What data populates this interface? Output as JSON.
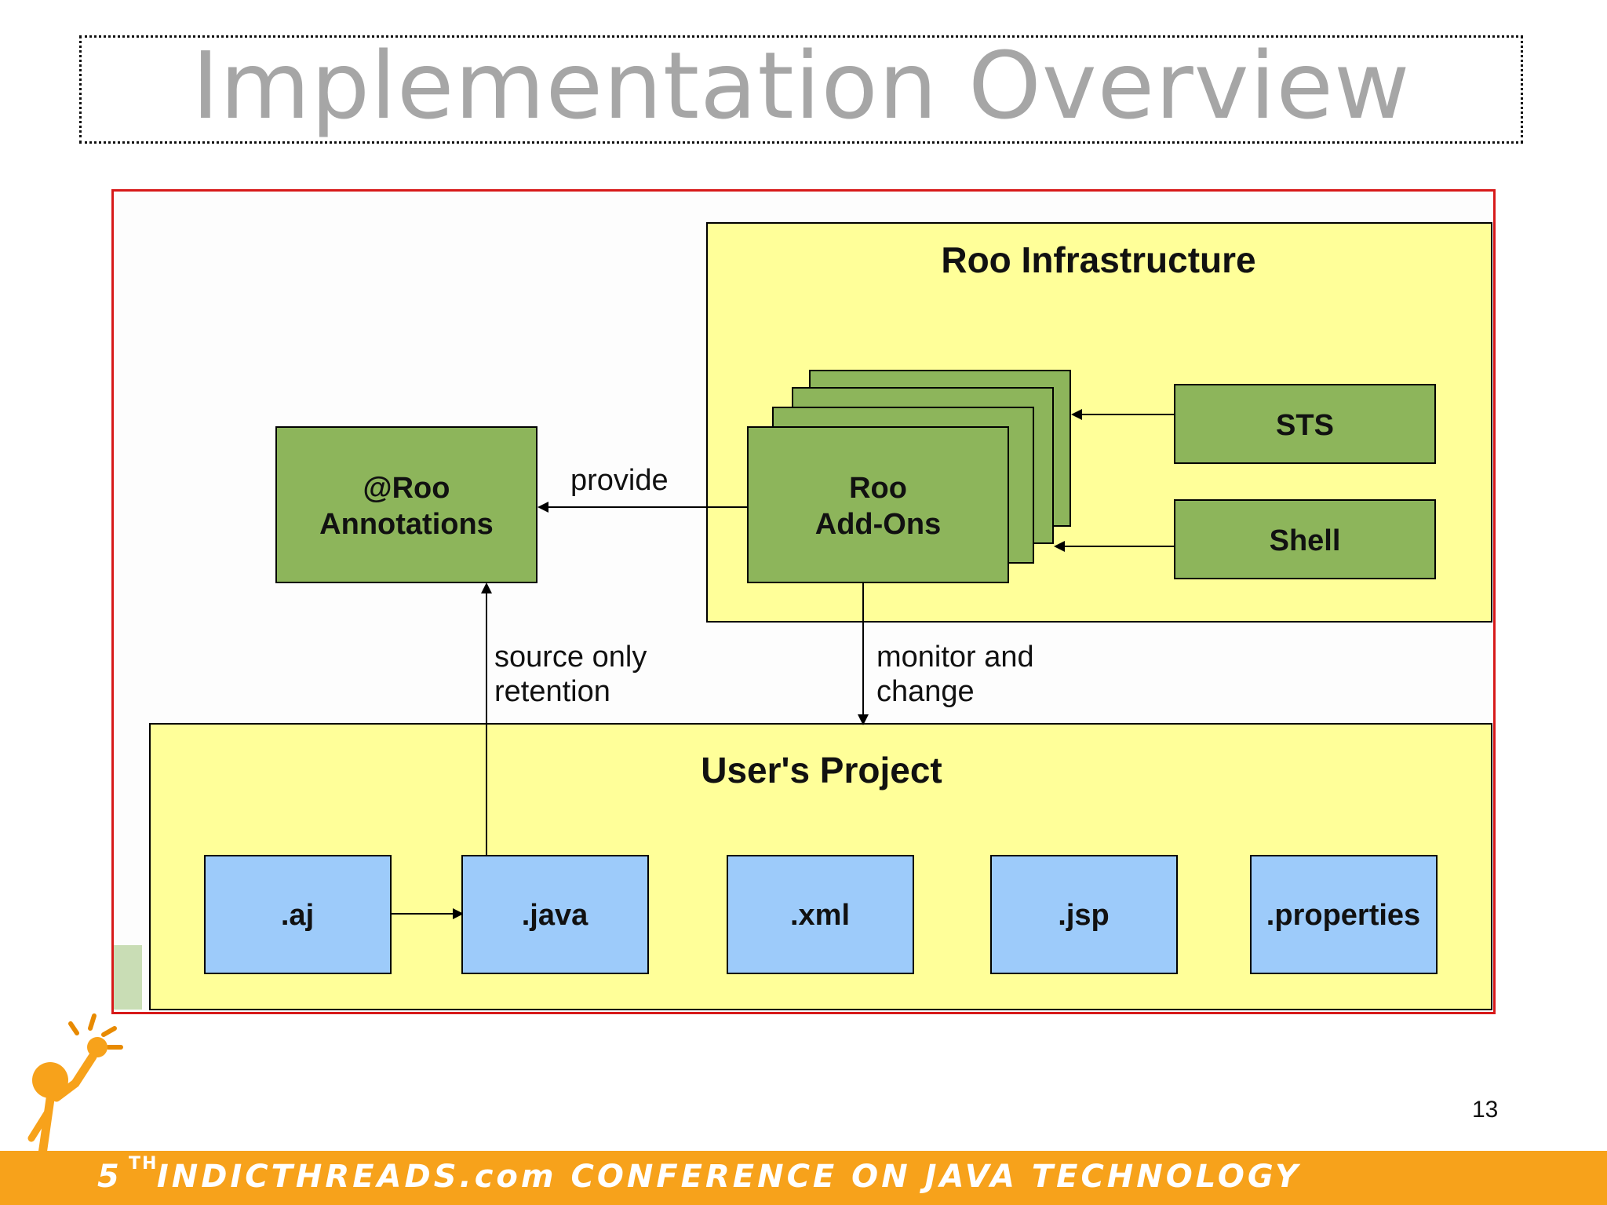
{
  "slide": {
    "title": "Implementation Overview",
    "page_number": "13"
  },
  "diagram": {
    "roo_infrastructure": {
      "label": "Roo Infrastructure",
      "addons_line1": "Roo",
      "addons_line2": "Add-Ons",
      "sts": "STS",
      "shell": "Shell"
    },
    "annotations": {
      "line1": "@Roo",
      "line2": "Annotations"
    },
    "edges": {
      "provide": "provide",
      "source_line1": "source only",
      "source_line2": "retention",
      "monitor_line1": "monitor and",
      "monitor_line2": "change"
    },
    "users_project": {
      "label": "User's Project",
      "files": [
        ".aj",
        ".java",
        ".xml",
        ".jsp",
        ".properties"
      ]
    }
  },
  "footer": {
    "ordinal_number": "5",
    "ordinal_suffix": "TH",
    "text": "INDICTHREADS.com CONFERENCE ON JAVA TECHNOLOGY"
  },
  "colors": {
    "title": "#a6a6a6",
    "frame_border": "#d71a1a",
    "panel_yellow": "#ffff99",
    "green_box": "#8db55b",
    "blue_box": "#9dcbfa",
    "footer_orange": "#f7a21b"
  }
}
